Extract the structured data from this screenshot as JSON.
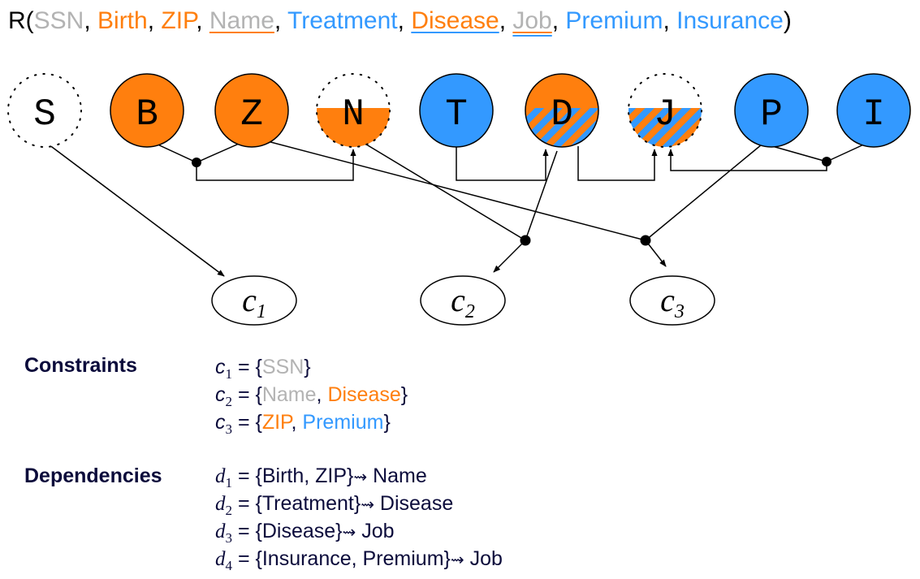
{
  "relation": {
    "prefix": "R(",
    "suffix": ")",
    "separator": ", ",
    "attributes": [
      {
        "name": "SSN",
        "color": "#b3b3b3",
        "underline": "none"
      },
      {
        "name": "Birth",
        "color": "#ff7f0e",
        "underline": "none"
      },
      {
        "name": "ZIP",
        "color": "#ff7f0e",
        "underline": "none"
      },
      {
        "name": "Name",
        "color": "#b3b3b3",
        "underline": "orange"
      },
      {
        "name": "Treatment",
        "color": "#3399ff",
        "underline": "none"
      },
      {
        "name": "Disease",
        "color": "#ff7f0e",
        "underline": "blue"
      },
      {
        "name": "Job",
        "color": "#b3b3b3",
        "underline": "both"
      },
      {
        "name": "Premium",
        "color": "#3399ff",
        "underline": "none"
      },
      {
        "name": "Insurance",
        "color": "#3399ff",
        "underline": "none"
      }
    ]
  },
  "nodes": [
    {
      "letter": "S",
      "style": "dotted"
    },
    {
      "letter": "B",
      "style": "orange"
    },
    {
      "letter": "Z",
      "style": "orange"
    },
    {
      "letter": "N",
      "style": "dotted-orange-half"
    },
    {
      "letter": "T",
      "style": "blue"
    },
    {
      "letter": "D",
      "style": "orange-hatched-half"
    },
    {
      "letter": "J",
      "style": "dotted-hatched-half"
    },
    {
      "letter": "P",
      "style": "blue"
    },
    {
      "letter": "I",
      "style": "blue"
    }
  ],
  "constraint_nodes": [
    {
      "letter": "c",
      "sub": "1"
    },
    {
      "letter": "c",
      "sub": "2"
    },
    {
      "letter": "c",
      "sub": "3"
    }
  ],
  "colors": {
    "orange": "#ff7f0e",
    "blue": "#3399ff",
    "gray": "#b3b3b3",
    "navy": "#0b0b3b"
  },
  "constraints": {
    "heading": "Constraints",
    "items": [
      {
        "var": "c",
        "sub": "1",
        "eq": " = {",
        "close": "}",
        "members": [
          {
            "text": "SSN",
            "color": "#b3b3b3"
          }
        ]
      },
      {
        "var": "c",
        "sub": "2",
        "eq": " = {",
        "close": "}",
        "members": [
          {
            "text": "Name",
            "color": "#b3b3b3"
          },
          {
            "text": "Disease",
            "color": "#ff7f0e"
          }
        ]
      },
      {
        "var": "c",
        "sub": "3",
        "eq": " = {",
        "close": "}",
        "members": [
          {
            "text": "ZIP",
            "color": "#ff7f0e"
          },
          {
            "text": "Premium",
            "color": "#3399ff"
          }
        ]
      }
    ]
  },
  "dependencies": {
    "heading": "Dependencies",
    "items": [
      {
        "var": "d",
        "sub": "1",
        "lhs": " = {Birth, ZIP}",
        "arrow": "⇝",
        "rhs": " Name"
      },
      {
        "var": "d",
        "sub": "2",
        "lhs": " = {Treatment}",
        "arrow": "⇝",
        "rhs": " Disease"
      },
      {
        "var": "d",
        "sub": "3",
        "lhs": " = {Disease}",
        "arrow": "⇝",
        "rhs": " Job"
      },
      {
        "var": "d",
        "sub": "4",
        "lhs": " = {Insurance, Premium}",
        "arrow": "⇝",
        "rhs": " Job"
      }
    ]
  }
}
